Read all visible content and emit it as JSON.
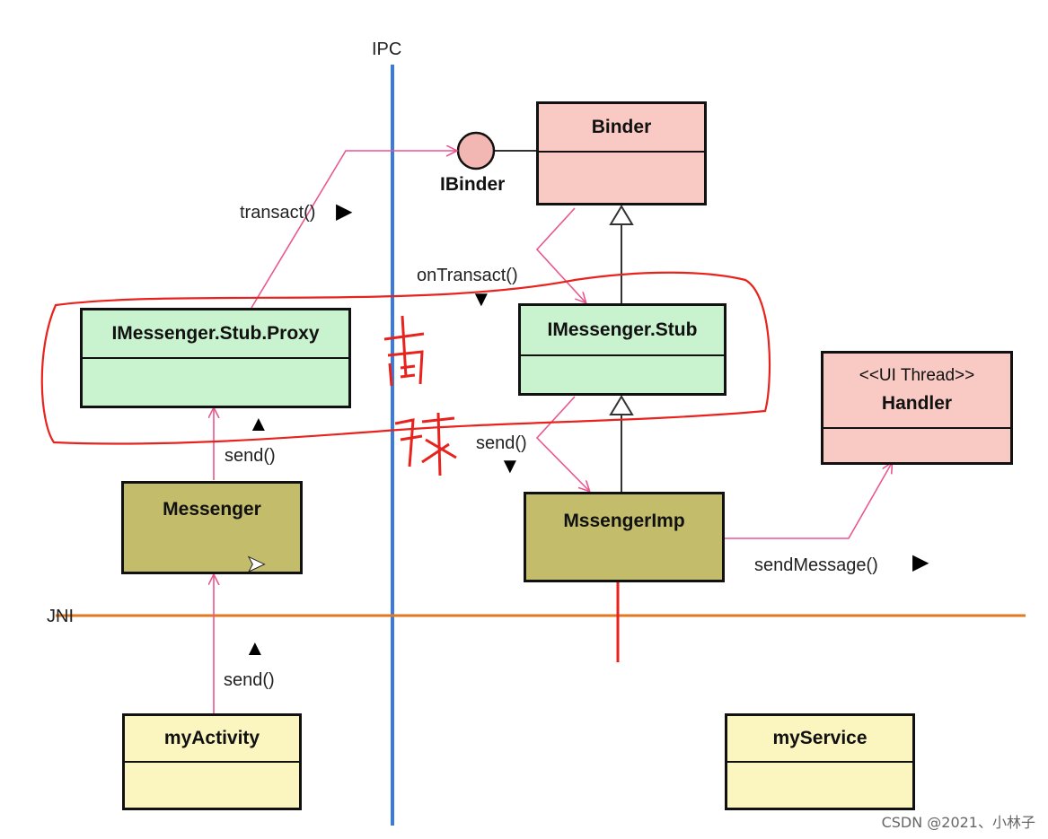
{
  "lines": {
    "ipc_label": "IPC",
    "jni_label": "JNI"
  },
  "classes": {
    "binder": "Binder",
    "ibinder": "IBinder",
    "stub": "IMessenger.Stub",
    "proxy": "IMessenger.Stub.Proxy",
    "handler_stereotype": "<<UI Thread>>",
    "handler": "Handler",
    "messenger": "Messenger",
    "messenger_imp": "MssengerImp",
    "my_activity": "myActivity",
    "my_service": "myService"
  },
  "messages": {
    "transact": "transact()",
    "on_transact": "onTransact()",
    "send_proxy": "send()",
    "send_stub": "send()",
    "send_activity": "send()",
    "send_message": "sendMessage()"
  },
  "arrows": {
    "right": "▶",
    "down": "▼",
    "up": "▲"
  },
  "colors": {
    "ipc_line": "#3a7bdc",
    "jni_line": "#e07a22",
    "message_arrow": "#e8578f",
    "annotation": "#e8231e"
  },
  "watermark": "CSDN @2021、小林子"
}
